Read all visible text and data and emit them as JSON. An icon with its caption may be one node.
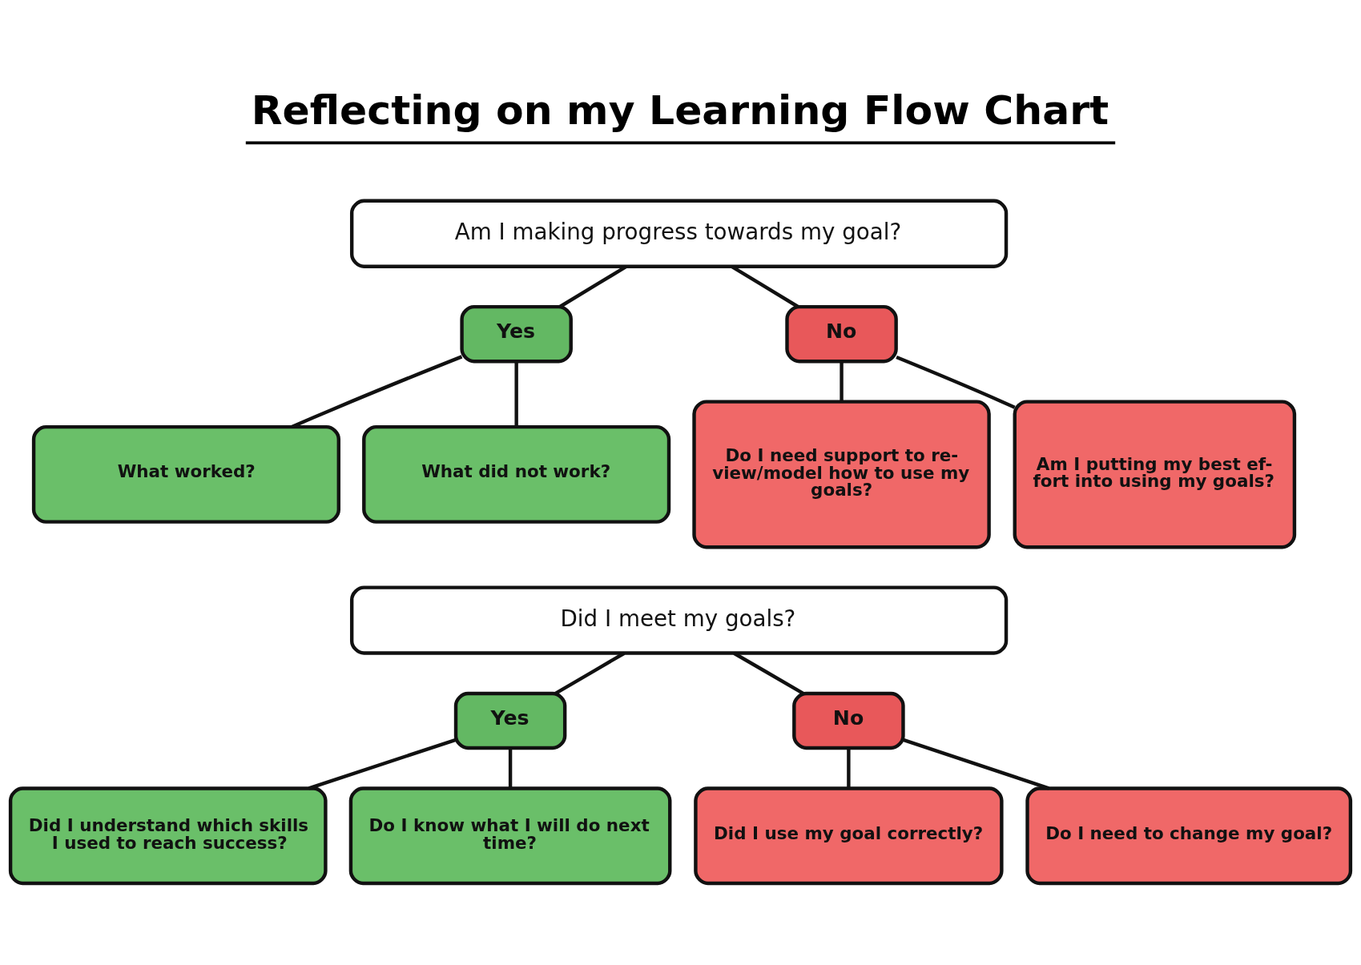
{
  "diagram": {
    "title": "Reflecting on my Learning Flow Chart",
    "nodes": [
      {
        "text": [
          "Am I making progress towards my goal?"
        ]
      },
      {
        "text": [
          "Yes"
        ]
      },
      {
        "text": [
          "No"
        ]
      },
      {
        "text": [
          "What worked?"
        ]
      },
      {
        "text": [
          "What did not work?"
        ]
      },
      {
        "text": [
          "Do I need support to re-view/model how to use my goals?"
        ]
      },
      {
        "text": [
          "Am I putting my best ef-fort into using my goals?"
        ]
      },
      {
        "text": [
          "Did I meet my goals?"
        ]
      },
      {
        "text": [
          "Yes"
        ]
      },
      {
        "text": [
          "No"
        ]
      },
      {
        "text": [
          "Did I understand which skills I used to reach success?"
        ]
      },
      {
        "text": [
          "Do I know what I will do next time?"
        ]
      },
      {
        "text": [
          "Did I use my goal correctly?"
        ]
      },
      {
        "text": [
          "Do I need to change my goal?"
        ]
      }
    ],
    "edges": [
      {
        "from": 0,
        "to": 1,
        "arrow": "none"
      },
      {
        "from": 0,
        "to": 2,
        "arrow": "none"
      },
      {
        "from": 1,
        "to": 3,
        "arrow": "none"
      },
      {
        "from": 1,
        "to": 4,
        "arrow": "none"
      },
      {
        "from": 2,
        "to": 5,
        "arrow": "none"
      },
      {
        "from": 2,
        "to": 6,
        "arrow": "none"
      },
      {
        "from": 7,
        "to": 8,
        "arrow": "none"
      },
      {
        "from": 7,
        "to": 9,
        "arrow": "none"
      },
      {
        "from": 8,
        "to": 10,
        "arrow": "none"
      },
      {
        "from": 8,
        "to": 11,
        "arrow": "none"
      },
      {
        "from": 9,
        "to": 12,
        "arrow": "none"
      },
      {
        "from": 9,
        "to": 13,
        "arrow": "none"
      }
    ]
  }
}
